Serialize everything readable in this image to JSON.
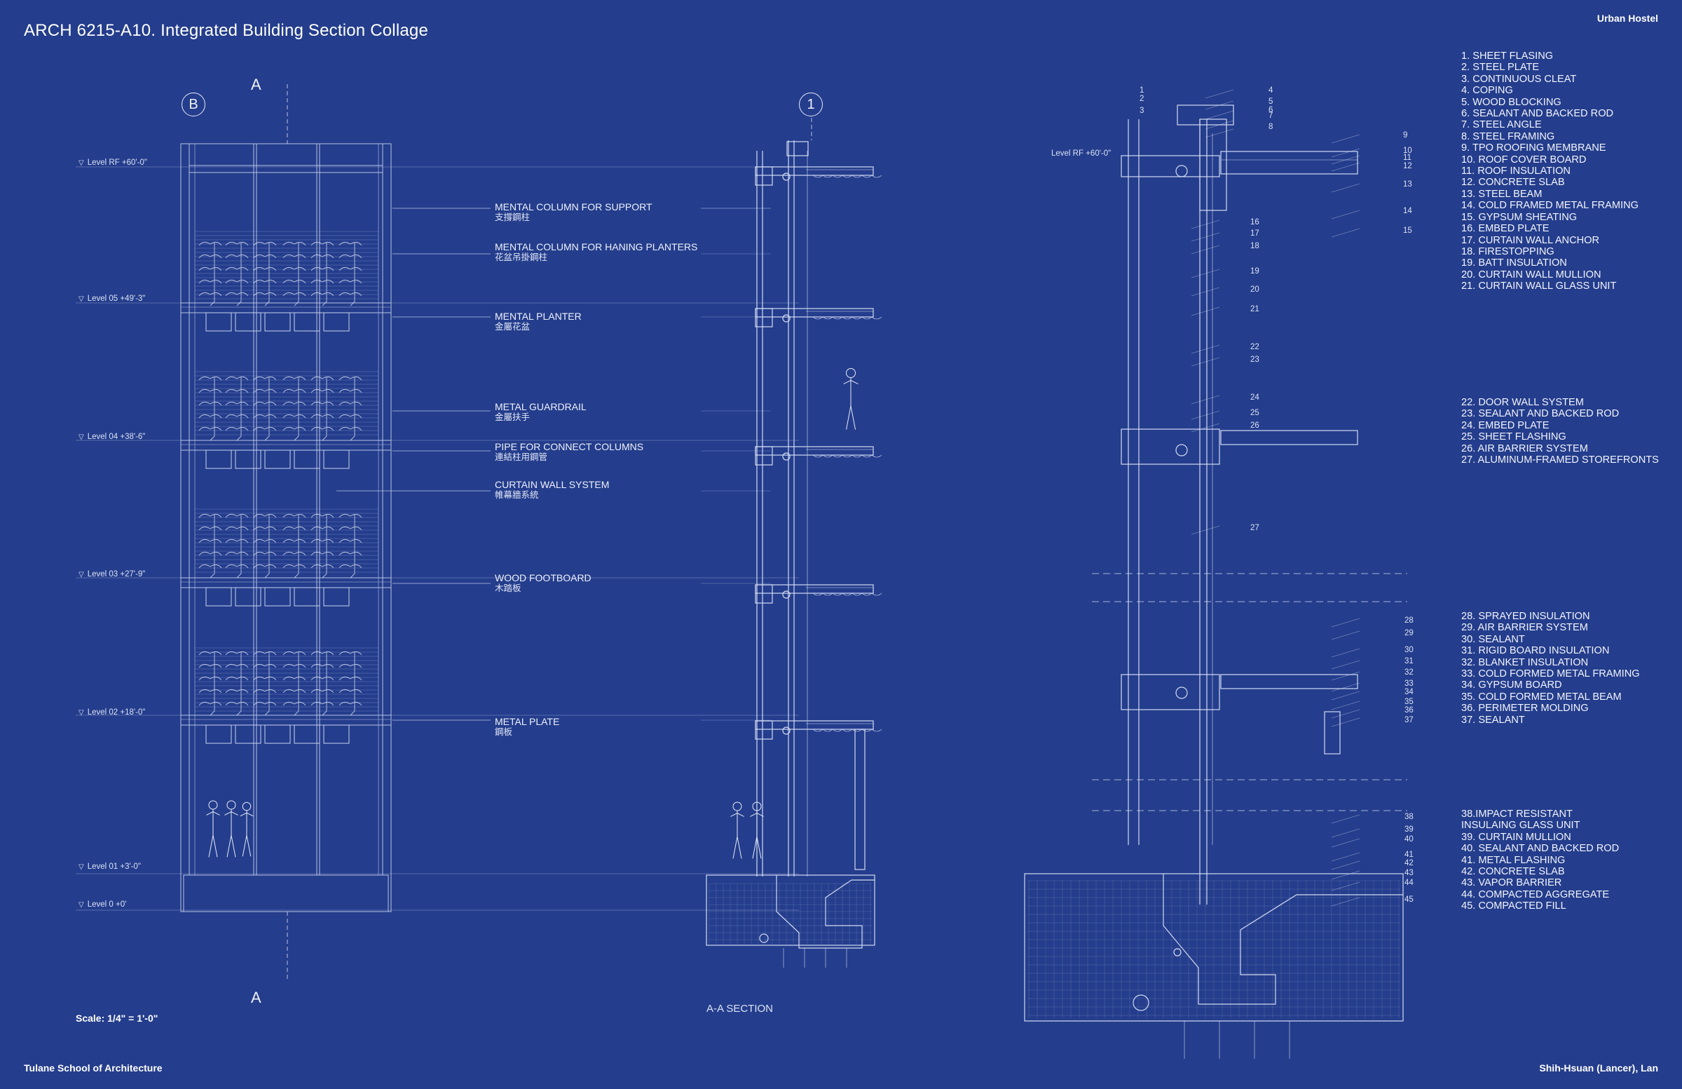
{
  "title": "ARCH 6215-A10. Integrated Building Section Collage",
  "project": "Urban Hostel",
  "school": "Tulane School of Architecture",
  "author": "Shih-Hsuan (Lancer), Lan",
  "scale": "Scale: 1/4\" = 1'-0\"",
  "section_title": "A-A SECTION",
  "section_markers": {
    "a_top": "A",
    "a_bottom": "A",
    "grid_b": "B",
    "grid_1": "1"
  },
  "levels": [
    {
      "label": "Level RF +60'-0\""
    },
    {
      "label": "Level 05 +49'-3\""
    },
    {
      "label": "Level 04 +38'-6\""
    },
    {
      "label": "Level 03 +27'-9\""
    },
    {
      "label": "Level 02 +18'-0\""
    },
    {
      "label": "Level 01 +3'-0\""
    },
    {
      "label": "Level 0 +0'"
    }
  ],
  "detail_level": "Level RF +60'-0\"",
  "callouts": [
    {
      "en": "MENTAL COLUMN FOR SUPPORT",
      "zh": "支撐鋼柱"
    },
    {
      "en": "MENTAL COLUMN FOR HANING PLANTERS",
      "zh": "花盆吊掛鋼柱"
    },
    {
      "en": "MENTAL PLANTER",
      "zh": "金屬花盆"
    },
    {
      "en": "METAL GUARDRAIL",
      "zh": "金屬扶手"
    },
    {
      "en": "PIPE FOR CONNECT COLUMNS",
      "zh": "連結柱用鋼管"
    },
    {
      "en": "CURTAIN WALL SYSTEM",
      "zh": "帷幕牆系統"
    },
    {
      "en": "WOOD FOOTBOARD",
      "zh": "木踏板"
    },
    {
      "en": "METAL PLATE",
      "zh": "鋼板"
    }
  ],
  "legend_groups": [
    [
      "1. SHEET FLASING",
      "2. STEEL PLATE",
      "3. CONTINUOUS CLEAT",
      "4. COPING",
      "5. WOOD BLOCKING",
      "6. SEALANT AND BACKED ROD",
      "7. STEEL ANGLE",
      "8. STEEL FRAMING",
      "9. TPO ROOFING MEMBRANE",
      "10. ROOF COVER BOARD",
      "11. ROOF INSULATION",
      "12. CONCRETE SLAB",
      "13. STEEL BEAM",
      "14. COLD FRAMED METAL FRAMING",
      "15. GYPSUM SHEATING",
      "16. EMBED PLATE",
      "17. CURTAIN WALL ANCHOR",
      "18. FIRESTOPPING",
      "19. BATT INSULATION",
      "20. CURTAIN WALL MULLION",
      "21. CURTAIN WALL GLASS UNIT"
    ],
    [
      "22. DOOR WALL SYSTEM",
      "23. SEALANT AND BACKED ROD",
      "24. EMBED PLATE",
      "25. SHEET FLASHING",
      "26. AIR BARRIER SYSTEM",
      "27. ALUMINUM-FRAMED STOREFRONTS"
    ],
    [
      "28. SPRAYED INSULATION",
      "29. AIR BARRIER SYSTEM",
      "30. SEALANT",
      "31. RIGID BOARD INSULATION",
      "32. BLANKET INSULATION",
      "33. COLD FORMED METAL FRAMING",
      "34. GYPSUM BOARD",
      "35. COLD FORMED METAL BEAM",
      "36. PERIMETER MOLDING",
      "37. SEALANT"
    ],
    [
      "38.IMPACT RESISTANT",
      "INSULAING GLASS UNIT",
      "39. CURTAIN MULLION",
      "40. SEALANT AND BACKED ROD",
      "41. METAL FLASHING",
      "42. CONCRETE SLAB",
      "43. VAPOR BARRIER",
      "44. COMPACTED AGGREGATE",
      "45. COMPACTED FILL"
    ]
  ],
  "detail_numbers": {
    "left": [
      "1",
      "2",
      "3"
    ],
    "top": [
      "4",
      "5",
      "6",
      "7",
      "8"
    ],
    "roof": [
      "9",
      "10",
      "11",
      "12",
      "13",
      "14",
      "15"
    ],
    "wall": [
      "16",
      "17",
      "18",
      "19",
      "20",
      "21"
    ],
    "floor": [
      "22",
      "23",
      "24",
      "25",
      "26",
      "27"
    ],
    "mid": [
      "28",
      "29",
      "30",
      "31",
      "32",
      "33",
      "34",
      "35",
      "36",
      "37"
    ],
    "base": [
      "38",
      "39",
      "40",
      "41",
      "42",
      "43",
      "44",
      "45"
    ]
  },
  "colors": {
    "background": "#243d8c",
    "line": "#c9d3f0",
    "text": "#ffffff"
  }
}
